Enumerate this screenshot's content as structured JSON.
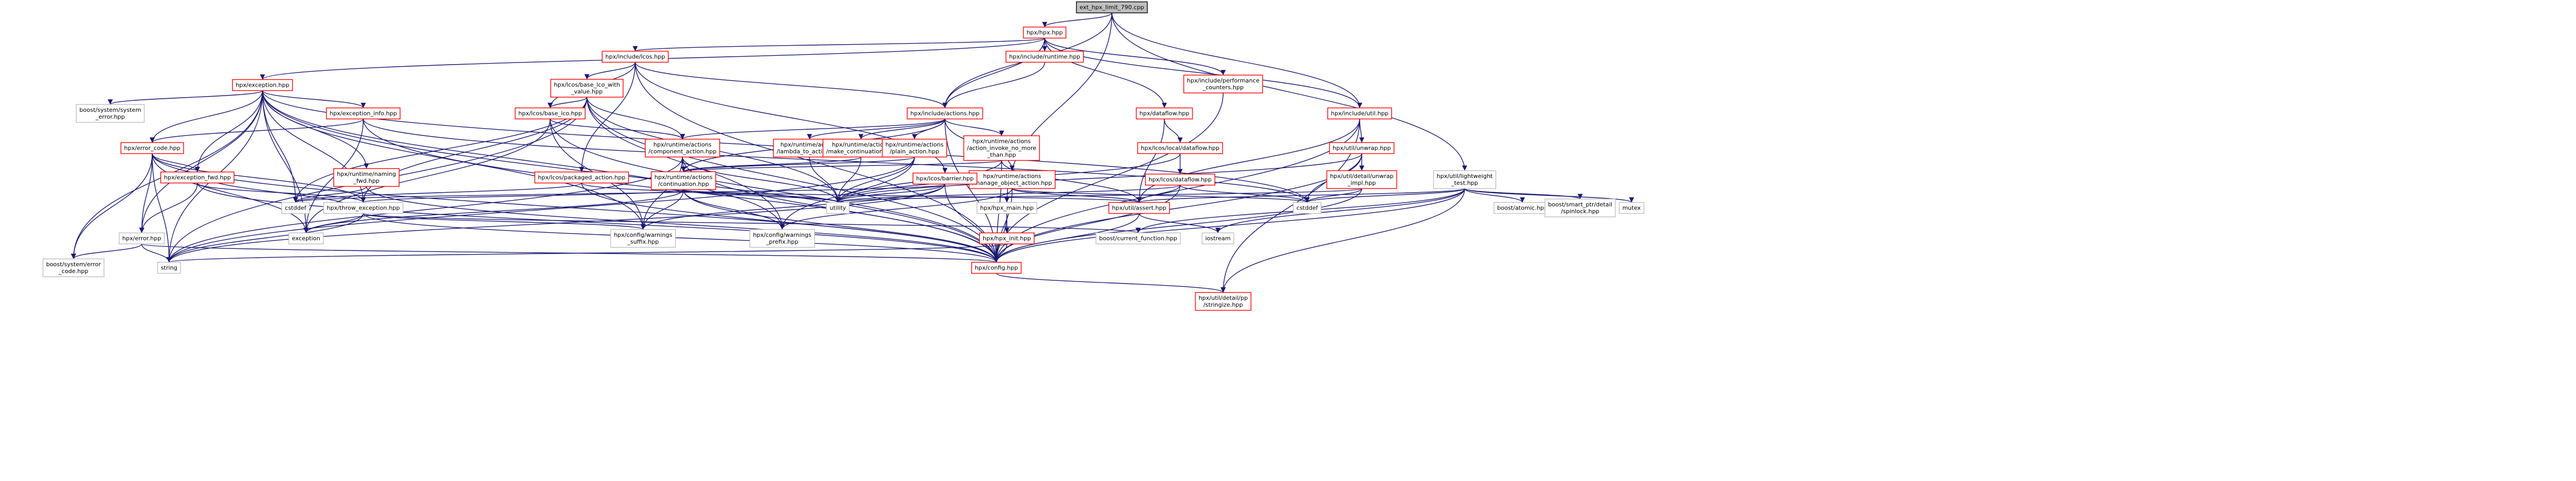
{
  "colors": {
    "edge": "#191970",
    "root_fill": "#bfbfbf",
    "root_stroke": "#000000",
    "linked_stroke": "#ff0000",
    "plain_stroke": "#bfbfbf",
    "box_fill": "#ffffff"
  },
  "nodes": [
    {
      "id": "root",
      "lines": [
        "ext_hpx_limit_790.cpp"
      ],
      "kind": "root"
    },
    {
      "id": "hpx_hpp",
      "lines": [
        "hpx/hpx.hpp"
      ],
      "kind": "linked"
    },
    {
      "id": "include_lcos",
      "lines": [
        "hpx/include/lcos.hpp"
      ],
      "kind": "linked"
    },
    {
      "id": "include_runtime",
      "lines": [
        "hpx/include/runtime.hpp"
      ],
      "kind": "linked"
    },
    {
      "id": "include_perf",
      "lines": [
        "hpx/include/performance",
        "_counters.hpp"
      ],
      "kind": "linked"
    },
    {
      "id": "exception",
      "lines": [
        "hpx/exception.hpp"
      ],
      "kind": "linked"
    },
    {
      "id": "base_lco_with_value",
      "lines": [
        "hpx/lcos/base_lco_with",
        "_value.hpp"
      ],
      "kind": "linked"
    },
    {
      "id": "include_actions",
      "lines": [
        "hpx/include/actions.hpp"
      ],
      "kind": "linked"
    },
    {
      "id": "dataflow",
      "lines": [
        "hpx/dataflow.hpp"
      ],
      "kind": "linked"
    },
    {
      "id": "include_util",
      "lines": [
        "hpx/include/util.hpp"
      ],
      "kind": "linked"
    },
    {
      "id": "boost_system_error",
      "lines": [
        "boost/system/system",
        "_error.hpp"
      ],
      "kind": "plain"
    },
    {
      "id": "exception_info",
      "lines": [
        "hpx/exception_info.hpp"
      ],
      "kind": "linked"
    },
    {
      "id": "base_lco",
      "lines": [
        "hpx/lcos/base_lco.hpp"
      ],
      "kind": "linked"
    },
    {
      "id": "lambda_to_action",
      "lines": [
        "hpx/runtime/actions",
        "/lambda_to_action.hpp"
      ],
      "kind": "linked"
    },
    {
      "id": "make_continuation",
      "lines": [
        "hpx/runtime/actions",
        "/make_continuation.hpp"
      ],
      "kind": "linked"
    },
    {
      "id": "plain_action",
      "lines": [
        "hpx/runtime/actions",
        "/plain_action.hpp"
      ],
      "kind": "linked"
    },
    {
      "id": "action_invoke",
      "lines": [
        "hpx/runtime/actions",
        "/action_invoke_no_more",
        "_than.hpp"
      ],
      "kind": "linked"
    },
    {
      "id": "local_dataflow",
      "lines": [
        "hpx/lcos/local/dataflow.hpp"
      ],
      "kind": "linked"
    },
    {
      "id": "unwrap",
      "lines": [
        "hpx/util/unwrap.hpp"
      ],
      "kind": "linked"
    },
    {
      "id": "error_code",
      "lines": [
        "hpx/error_code.hpp"
      ],
      "kind": "linked"
    },
    {
      "id": "component_action",
      "lines": [
        "hpx/runtime/actions",
        "/component_action.hpp"
      ],
      "kind": "linked"
    },
    {
      "id": "naming_fwd",
      "lines": [
        "hpx/runtime/naming",
        "_fwd.hpp"
      ],
      "kind": "linked"
    },
    {
      "id": "exception_fwd",
      "lines": [
        "hpx/exception_fwd.hpp"
      ],
      "kind": "linked"
    },
    {
      "id": "packaged_action",
      "lines": [
        "hpx/lcos/packaged_action.hpp"
      ],
      "kind": "linked"
    },
    {
      "id": "continuation",
      "lines": [
        "hpx/runtime/actions",
        "/continuation.hpp"
      ],
      "kind": "linked"
    },
    {
      "id": "manage_object_action",
      "lines": [
        "hpx/runtime/actions",
        "/manage_object_action.hpp"
      ],
      "kind": "linked"
    },
    {
      "id": "barrier",
      "lines": [
        "hpx/lcos/barrier.hpp"
      ],
      "kind": "linked"
    },
    {
      "id": "lcos_dataflow",
      "lines": [
        "hpx/lcos/dataflow.hpp"
      ],
      "kind": "linked"
    },
    {
      "id": "unwrap_impl",
      "lines": [
        "hpx/util/detail/unwrap",
        "_impl.hpp"
      ],
      "kind": "linked"
    },
    {
      "id": "lightweight_test",
      "lines": [
        "hpx/util/lightweight",
        "_test.hpp"
      ],
      "kind": "plain"
    },
    {
      "id": "throw_exception",
      "lines": [
        "hpx/throw_exception.hpp"
      ],
      "kind": "plain"
    },
    {
      "id": "cstddef_a",
      "lines": [
        "cstddef"
      ],
      "kind": "plain"
    },
    {
      "id": "utility",
      "lines": [
        "utility"
      ],
      "kind": "plain"
    },
    {
      "id": "assert",
      "lines": [
        "hpx/util/assert.hpp"
      ],
      "kind": "linked"
    },
    {
      "id": "cstddef_b",
      "lines": [
        "cstddef"
      ],
      "kind": "plain"
    },
    {
      "id": "hpx_main",
      "lines": [
        "hpx/hpx_main.hpp"
      ],
      "kind": "plain"
    },
    {
      "id": "boost_atomic",
      "lines": [
        "boost/atomic.hpp"
      ],
      "kind": "plain"
    },
    {
      "id": "boost_smart_ptr",
      "lines": [
        "boost/smart_ptr/detail",
        "/spinlock.hpp"
      ],
      "kind": "plain"
    },
    {
      "id": "mutex",
      "lines": [
        "mutex"
      ],
      "kind": "plain"
    },
    {
      "id": "error",
      "lines": [
        "hpx/error.hpp"
      ],
      "kind": "plain"
    },
    {
      "id": "exception_std",
      "lines": [
        "exception"
      ],
      "kind": "plain"
    },
    {
      "id": "warnings_suffix",
      "lines": [
        "hpx/config/warnings",
        "_suffix.hpp"
      ],
      "kind": "plain"
    },
    {
      "id": "warnings_prefix",
      "lines": [
        "hpx/config/warnings",
        "_prefix.hpp"
      ],
      "kind": "plain"
    },
    {
      "id": "hpx_init",
      "lines": [
        "hpx/hpx_init.hpp"
      ],
      "kind": "linked"
    },
    {
      "id": "current_function",
      "lines": [
        "boost/current_function.hpp"
      ],
      "kind": "plain"
    },
    {
      "id": "iostream",
      "lines": [
        "iostream"
      ],
      "kind": "plain"
    },
    {
      "id": "boost_error_code",
      "lines": [
        "boost/system/error",
        "_code.hpp"
      ],
      "kind": "plain"
    },
    {
      "id": "string",
      "lines": [
        "string"
      ],
      "kind": "plain"
    },
    {
      "id": "config",
      "lines": [
        "hpx/config.hpp"
      ],
      "kind": "linked"
    },
    {
      "id": "stringize",
      "lines": [
        "hpx/util/detail/pp",
        "/stringize.hpp"
      ],
      "kind": "linked"
    }
  ],
  "edges": [
    [
      "root",
      "hpx_hpp"
    ],
    [
      "root",
      "include_actions"
    ],
    [
      "root",
      "include_util"
    ],
    [
      "root",
      "lightweight_test"
    ],
    [
      "root",
      "hpx_main"
    ],
    [
      "hpx_hpp",
      "include_lcos"
    ],
    [
      "hpx_hpp",
      "include_runtime"
    ],
    [
      "hpx_hpp",
      "include_perf"
    ],
    [
      "hpx_hpp",
      "exception"
    ],
    [
      "hpx_hpp",
      "include_actions"
    ],
    [
      "hpx_hpp",
      "dataflow"
    ],
    [
      "hpx_hpp",
      "include_util"
    ],
    [
      "include_lcos",
      "base_lco_with_value"
    ],
    [
      "include_lcos",
      "base_lco"
    ],
    [
      "include_lcos",
      "include_actions"
    ],
    [
      "include_lcos",
      "packaged_action"
    ],
    [
      "include_lcos",
      "barrier"
    ],
    [
      "include_lcos",
      "config"
    ],
    [
      "include_runtime",
      "include_actions"
    ],
    [
      "include_perf",
      "config"
    ],
    [
      "exception",
      "boost_system_error"
    ],
    [
      "exception",
      "exception_info"
    ],
    [
      "exception",
      "error_code"
    ],
    [
      "exception",
      "exception_fwd"
    ],
    [
      "exception",
      "naming_fwd"
    ],
    [
      "exception",
      "throw_exception"
    ],
    [
      "exception",
      "error"
    ],
    [
      "exception",
      "exception_std"
    ],
    [
      "exception",
      "string"
    ],
    [
      "exception",
      "config"
    ],
    [
      "exception",
      "warnings_suffix"
    ],
    [
      "exception",
      "warnings_prefix"
    ],
    [
      "exception",
      "cstddef_a"
    ],
    [
      "exception",
      "boost_error_code"
    ],
    [
      "exception",
      "cstddef_b"
    ],
    [
      "base_lco_with_value",
      "base_lco"
    ],
    [
      "base_lco_with_value",
      "component_action"
    ],
    [
      "base_lco_with_value",
      "throw_exception"
    ],
    [
      "base_lco_with_value",
      "utility"
    ],
    [
      "base_lco_with_value",
      "config"
    ],
    [
      "base_lco_with_value",
      "warnings_prefix"
    ],
    [
      "base_lco_with_value",
      "cstddef_a"
    ],
    [
      "base_lco_with_value",
      "string"
    ],
    [
      "include_actions",
      "lambda_to_action"
    ],
    [
      "include_actions",
      "make_continuation"
    ],
    [
      "include_actions",
      "plain_action"
    ],
    [
      "include_actions",
      "action_invoke"
    ],
    [
      "include_actions",
      "component_action"
    ],
    [
      "include_actions",
      "manage_object_action"
    ],
    [
      "include_actions",
      "continuation"
    ],
    [
      "include_actions",
      "config"
    ],
    [
      "dataflow",
      "local_dataflow"
    ],
    [
      "dataflow",
      "assert"
    ],
    [
      "include_util",
      "unwrap"
    ],
    [
      "include_util",
      "assert"
    ],
    [
      "include_util",
      "config"
    ],
    [
      "include_util",
      "stringize"
    ],
    [
      "exception_info",
      "error_code"
    ],
    [
      "exception_info",
      "config"
    ],
    [
      "exception_info",
      "exception_std"
    ],
    [
      "exception_info",
      "cstddef_b"
    ],
    [
      "base_lco",
      "component_action"
    ],
    [
      "base_lco",
      "config"
    ],
    [
      "base_lco",
      "warnings_suffix"
    ],
    [
      "base_lco",
      "exception_std"
    ],
    [
      "lambda_to_action",
      "utility"
    ],
    [
      "make_continuation",
      "utility"
    ],
    [
      "make_continuation",
      "continuation"
    ],
    [
      "plain_action",
      "continuation"
    ],
    [
      "plain_action",
      "utility"
    ],
    [
      "plain_action",
      "string"
    ],
    [
      "plain_action",
      "warnings_prefix"
    ],
    [
      "action_invoke",
      "continuation"
    ],
    [
      "action_invoke",
      "assert"
    ],
    [
      "action_invoke",
      "utility"
    ],
    [
      "action_invoke",
      "config"
    ],
    [
      "local_dataflow",
      "lcos_dataflow"
    ],
    [
      "local_dataflow",
      "utility"
    ],
    [
      "unwrap",
      "unwrap_impl"
    ],
    [
      "unwrap",
      "cstddef_b"
    ],
    [
      "unwrap",
      "config"
    ],
    [
      "unwrap",
      "utility"
    ],
    [
      "error_code",
      "exception_fwd"
    ],
    [
      "error_code",
      "error"
    ],
    [
      "error_code",
      "boost_error_code"
    ],
    [
      "error_code",
      "string"
    ],
    [
      "error_code",
      "config"
    ],
    [
      "error_code",
      "exception_std"
    ],
    [
      "error_code",
      "throw_exception"
    ],
    [
      "component_action",
      "continuation"
    ],
    [
      "component_action",
      "utility"
    ],
    [
      "component_action",
      "string"
    ],
    [
      "component_action",
      "config"
    ],
    [
      "component_action",
      "warnings_suffix"
    ],
    [
      "naming_fwd",
      "cstddef_a"
    ],
    [
      "naming_fwd",
      "config"
    ],
    [
      "exception_fwd",
      "throw_exception"
    ],
    [
      "exception_fwd",
      "error"
    ],
    [
      "exception_fwd",
      "config"
    ],
    [
      "packaged_action",
      "cstddef_a"
    ],
    [
      "packaged_action",
      "utility"
    ],
    [
      "packaged_action",
      "config"
    ],
    [
      "continuation",
      "throw_exception"
    ],
    [
      "continuation",
      "assert"
    ],
    [
      "continuation",
      "utility"
    ],
    [
      "continuation",
      "warnings_suffix"
    ],
    [
      "continuation",
      "warnings_prefix"
    ],
    [
      "continuation",
      "config"
    ],
    [
      "continuation",
      "exception_std"
    ],
    [
      "manage_object_action",
      "assert"
    ],
    [
      "manage_object_action",
      "cstddef_b"
    ],
    [
      "manage_object_action",
      "config"
    ],
    [
      "manage_object_action",
      "warnings_prefix"
    ],
    [
      "barrier",
      "cstddef_a"
    ],
    [
      "barrier",
      "config"
    ],
    [
      "barrier",
      "string"
    ],
    [
      "barrier",
      "warnings_suffix"
    ],
    [
      "barrier",
      "utility"
    ],
    [
      "lcos_dataflow",
      "cstddef_b"
    ],
    [
      "lcos_dataflow",
      "utility"
    ],
    [
      "lcos_dataflow",
      "config"
    ],
    [
      "lcos_dataflow",
      "assert"
    ],
    [
      "unwrap_impl",
      "cstddef_b"
    ],
    [
      "unwrap_impl",
      "config"
    ],
    [
      "unwrap_impl",
      "utility"
    ],
    [
      "lightweight_test",
      "boost_atomic"
    ],
    [
      "lightweight_test",
      "boost_smart_ptr"
    ],
    [
      "lightweight_test",
      "mutex"
    ],
    [
      "lightweight_test",
      "config"
    ],
    [
      "lightweight_test",
      "assert"
    ],
    [
      "lightweight_test",
      "iostream"
    ],
    [
      "lightweight_test",
      "stringize"
    ],
    [
      "lightweight_test",
      "cstddef_b"
    ],
    [
      "lightweight_test",
      "current_function"
    ],
    [
      "throw_exception",
      "exception_fwd"
    ],
    [
      "throw_exception",
      "current_function"
    ],
    [
      "throw_exception",
      "exception_std"
    ],
    [
      "throw_exception",
      "string"
    ],
    [
      "throw_exception",
      "config"
    ],
    [
      "throw_exception",
      "warnings_suffix"
    ],
    [
      "hpx_main",
      "hpx_init"
    ],
    [
      "hpx_main",
      "config"
    ],
    [
      "hpx_init",
      "config"
    ],
    [
      "hpx_init",
      "string"
    ],
    [
      "assert",
      "config"
    ],
    [
      "assert",
      "iostream"
    ],
    [
      "error",
      "boost_error_code"
    ],
    [
      "error",
      "string"
    ],
    [
      "error",
      "config"
    ],
    [
      "config",
      "stringize"
    ]
  ]
}
